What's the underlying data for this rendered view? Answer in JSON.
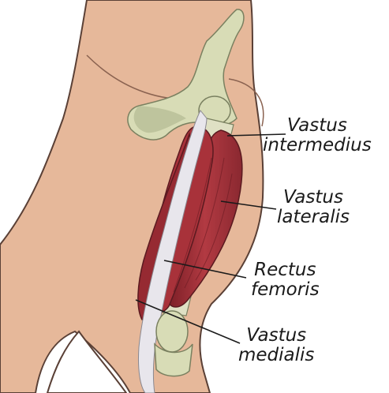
{
  "labels": [
    {
      "line1": "Vastus",
      "line2": "intermedius"
    },
    {
      "line1": "Vastus",
      "line2": "lateralis"
    },
    {
      "line1": "Rectus",
      "line2": "femoris"
    },
    {
      "line1": "Vastus",
      "line2": "medialis"
    }
  ],
  "colors": {
    "skin": "#e6b89a",
    "skin_shadow": "#cf9d80",
    "bone": "#d8dcb6",
    "bone_shadow": "#aab088",
    "muscle": "#a8323a",
    "muscle_dark": "#7a1e26",
    "tendon": "#e8e6ec",
    "outline": "#5a4036"
  }
}
